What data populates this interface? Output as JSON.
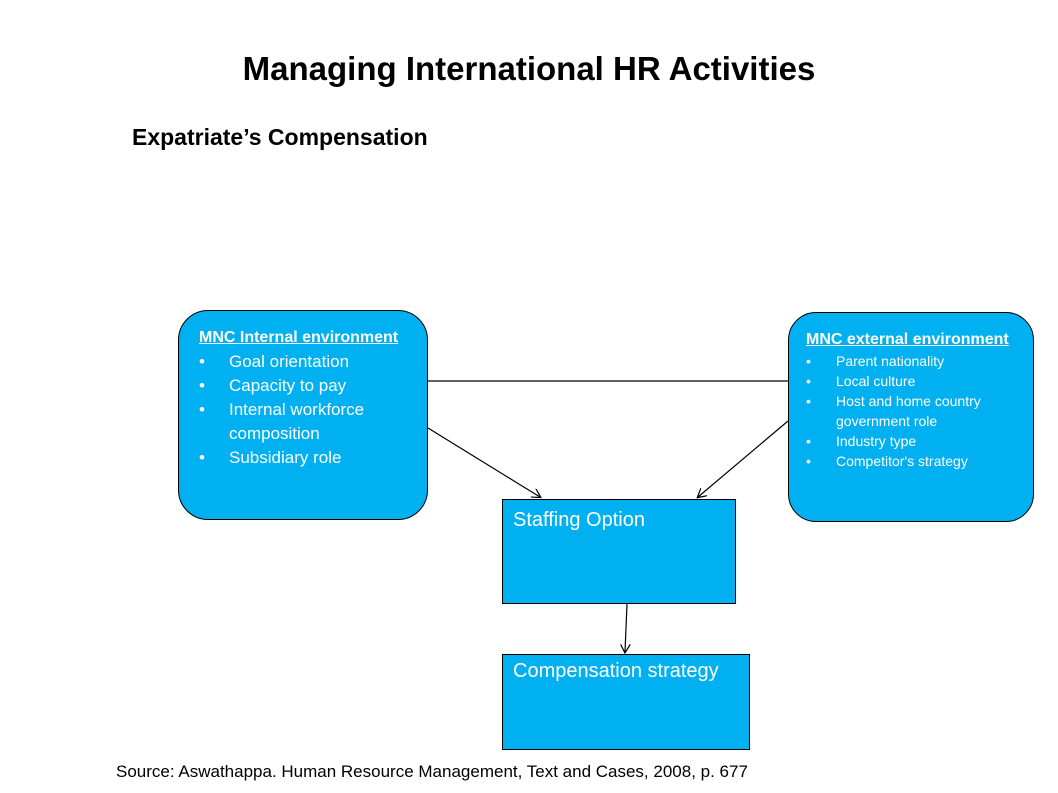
{
  "title": "Managing International HR Activities",
  "subtitle": "Expatriate’s Compensation",
  "internal_env": {
    "heading": "MNC Internal environment",
    "items": [
      "Goal orientation",
      "Capacity to pay",
      "Internal workforce composition",
      "Subsidiary role"
    ]
  },
  "external_env": {
    "heading": "MNC external environment",
    "items": [
      "Parent nationality",
      "Local culture",
      "Host and home country government role",
      "Industry type",
      "Competitor's strategy"
    ]
  },
  "staffing_box": {
    "label": "Staffing Option"
  },
  "compensation_box": {
    "label": "Compensation strategy"
  },
  "source": "Source: Aswathappa. Human Resource Management, Text and Cases, 2008, p. 677",
  "colors": {
    "box_fill": "#00b0f0",
    "box_text": "#ffffff",
    "line": "#000000"
  },
  "bullet_glyph": "•"
}
